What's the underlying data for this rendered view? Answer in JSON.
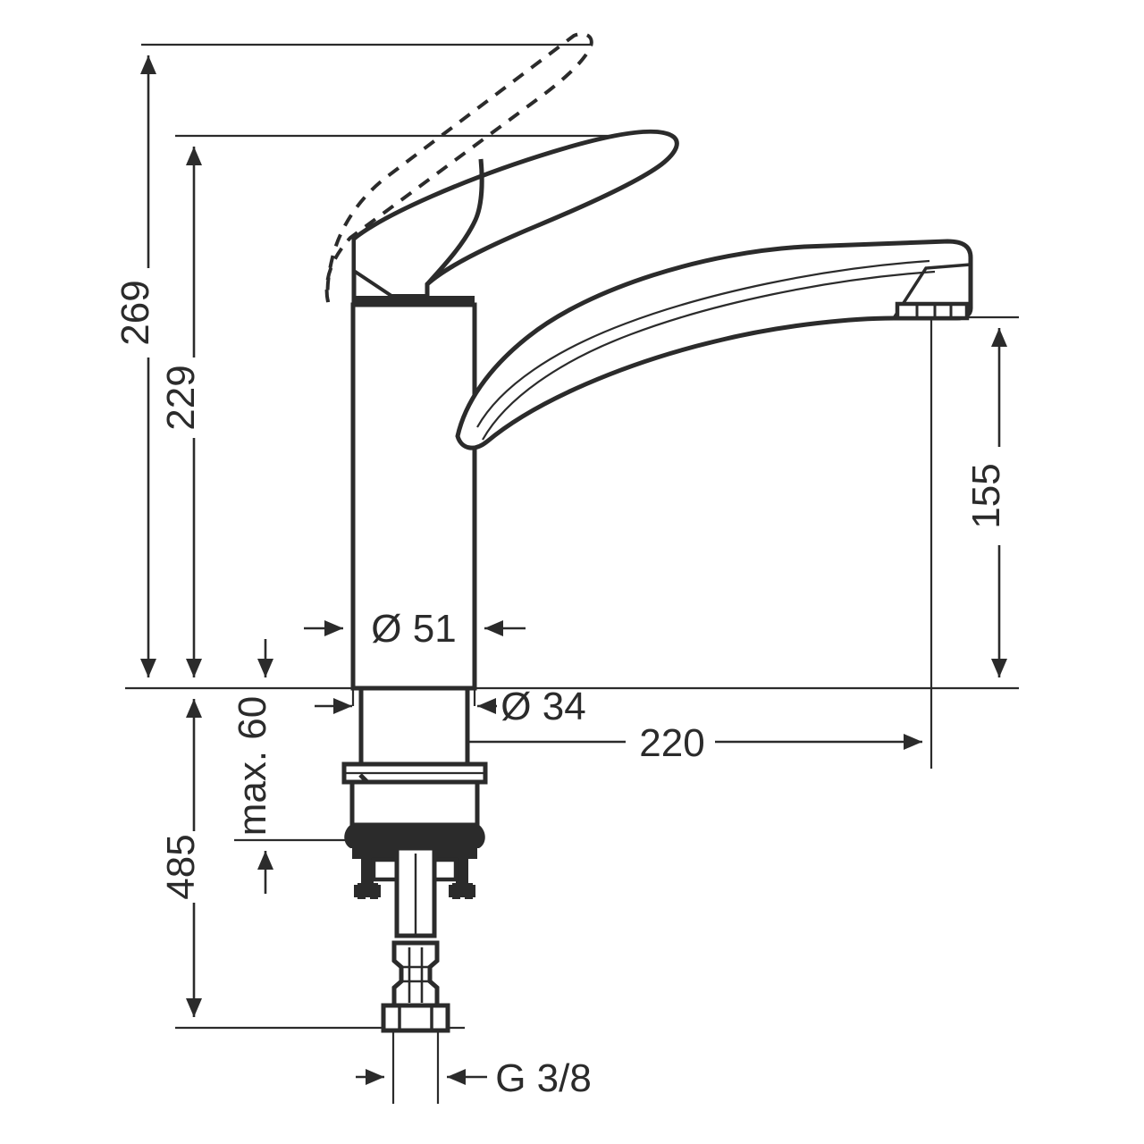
{
  "document": {
    "type": "technical-dimension-drawing",
    "subject": "single-lever kitchen mixer tap side elevation",
    "units": "mm",
    "line_color": "#2b2b2b",
    "background_color": "#ffffff"
  },
  "dimensions": {
    "overall_height": {
      "label": "269",
      "orientation": "vertical"
    },
    "spout_height_ref": {
      "label": "229",
      "orientation": "vertical"
    },
    "outlet_height": {
      "label": "155",
      "orientation": "vertical"
    },
    "total_length": {
      "label": "485",
      "orientation": "vertical"
    },
    "max_deck_thickness": {
      "label": "max. 60",
      "orientation": "vertical"
    },
    "body_diameter": {
      "label": "Ø 51",
      "orientation": "horizontal"
    },
    "shank_diameter": {
      "label": "Ø 34",
      "orientation": "horizontal"
    },
    "spout_reach": {
      "label": "220",
      "orientation": "horizontal"
    },
    "supply_thread": {
      "label": "G 3/8",
      "orientation": "horizontal"
    }
  },
  "annotations": {
    "lever_open_position": "dashed-outline",
    "lever_closed_position": "solid-outline"
  }
}
